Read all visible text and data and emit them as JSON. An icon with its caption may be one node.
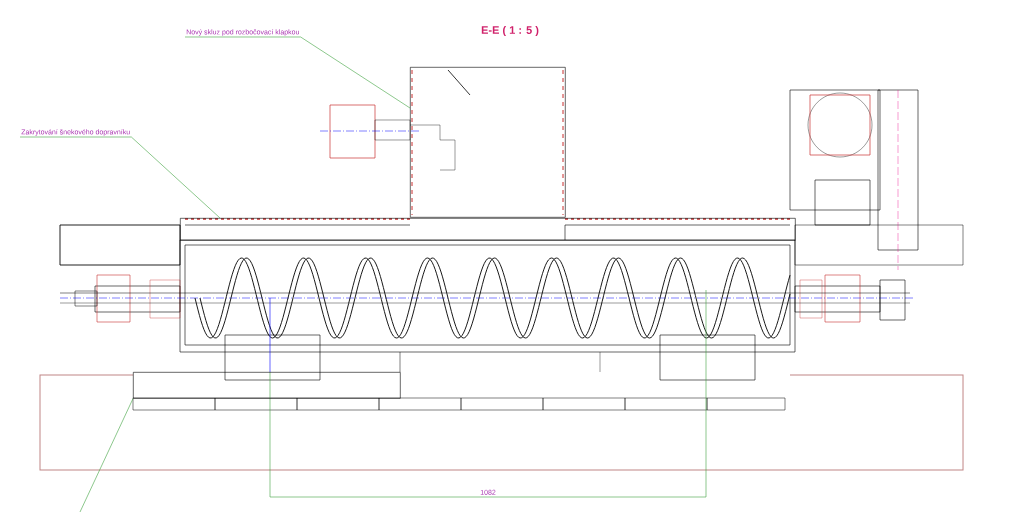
{
  "diagram": {
    "title": "E-E ( 1 : 5 )",
    "nodes": [
      {
        "text": [
          "Nový skluz pod rozbočovací klapkou"
        ]
      },
      {
        "text": [],
        "shape": "box"
      },
      {
        "text": [
          "Zakrytování šnekového dopravníku"
        ]
      },
      {
        "text": [],
        "shape": "box"
      },
      {
        "text": [],
        "shape": "box"
      }
    ],
    "edges": [
      {
        "from": 0,
        "to": 1,
        "arrow": "none"
      },
      {
        "from": 2,
        "to": 3,
        "arrow": "none"
      },
      {
        "from": null,
        "to": 4,
        "arrow": "none"
      }
    ],
    "labels": [
      "1082"
    ]
  }
}
